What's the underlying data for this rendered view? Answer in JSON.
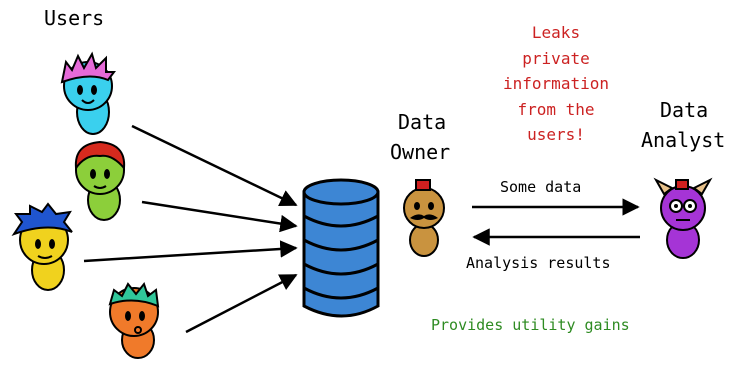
{
  "labels": {
    "users": "Users",
    "data_owner_line1": "Data",
    "data_owner_line2": "Owner",
    "data_analyst_line1": "Data",
    "data_analyst_line2": "Analyst",
    "leaks": [
      "Leaks",
      "private",
      "information",
      "from the",
      "users!"
    ],
    "some_data": "Some data",
    "analysis_results": "Analysis results",
    "utility": "Provides utility gains"
  },
  "colors": {
    "leaks_text": "#cc2222",
    "utility_text": "#2e8b22",
    "database_blue": "#3d86d4",
    "user_colors": [
      "#3ad0ee",
      "#8ccf3a",
      "#f0d21e",
      "#f07a2a"
    ],
    "user_hair": [
      "#e56ad8",
      "#d62a1e",
      "#1f55cf",
      "#30c79a"
    ],
    "owner": "#c9933f",
    "analyst": "#a534d6"
  },
  "icons": [
    "user-icon",
    "database-icon",
    "data-owner-icon",
    "data-analyst-icon"
  ]
}
